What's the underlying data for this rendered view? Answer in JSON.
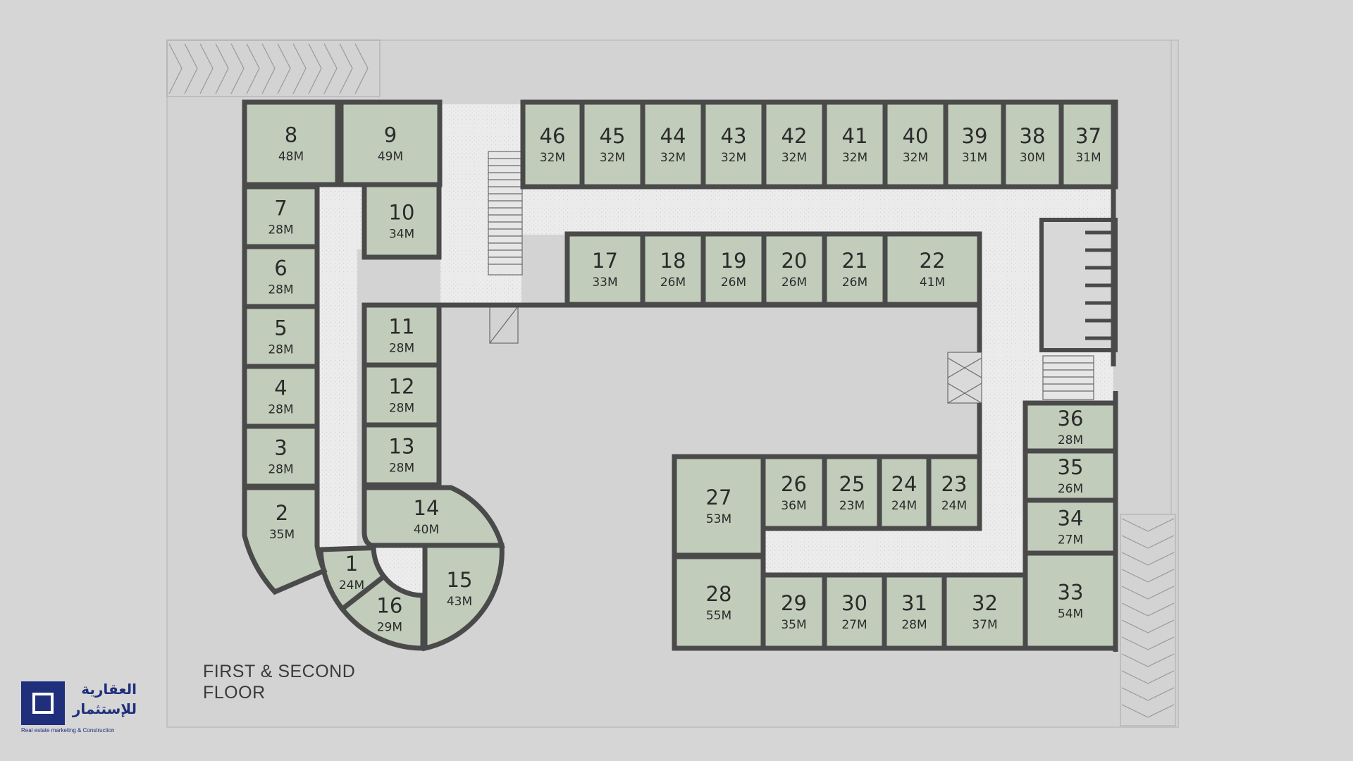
{
  "floor_title": "FIRST & SECOND FLOOR",
  "logo": {
    "arabic_line1": "العقارية",
    "arabic_line2": "للإستثمار",
    "tagline": "Real estate marketing & Construction"
  },
  "colors": {
    "background": "#d6d6d6",
    "site": "#d3d3d3",
    "unit_fill": "#c1ccbb",
    "corridor": "#ececec",
    "wall": "#4a4a4a",
    "logo": "#1f2f7c"
  },
  "units": [
    {
      "number": "1",
      "area": "24M"
    },
    {
      "number": "2",
      "area": "35M"
    },
    {
      "number": "3",
      "area": "28M"
    },
    {
      "number": "4",
      "area": "28M"
    },
    {
      "number": "5",
      "area": "28M"
    },
    {
      "number": "6",
      "area": "28M"
    },
    {
      "number": "7",
      "area": "28M"
    },
    {
      "number": "8",
      "area": "48M"
    },
    {
      "number": "9",
      "area": "49M"
    },
    {
      "number": "10",
      "area": "34M"
    },
    {
      "number": "11",
      "area": "28M"
    },
    {
      "number": "12",
      "area": "28M"
    },
    {
      "number": "13",
      "area": "28M"
    },
    {
      "number": "14",
      "area": "40M"
    },
    {
      "number": "15",
      "area": "43M"
    },
    {
      "number": "16",
      "area": "29M"
    },
    {
      "number": "17",
      "area": "33M"
    },
    {
      "number": "18",
      "area": "26M"
    },
    {
      "number": "19",
      "area": "26M"
    },
    {
      "number": "20",
      "area": "26M"
    },
    {
      "number": "21",
      "area": "26M"
    },
    {
      "number": "22",
      "area": "41M"
    },
    {
      "number": "23",
      "area": "24M"
    },
    {
      "number": "24",
      "area": "24M"
    },
    {
      "number": "25",
      "area": "23M"
    },
    {
      "number": "26",
      "area": "36M"
    },
    {
      "number": "27",
      "area": "53M"
    },
    {
      "number": "28",
      "area": "55M"
    },
    {
      "number": "29",
      "area": "35M"
    },
    {
      "number": "30",
      "area": "27M"
    },
    {
      "number": "31",
      "area": "28M"
    },
    {
      "number": "32",
      "area": "37M"
    },
    {
      "number": "33",
      "area": "54M"
    },
    {
      "number": "34",
      "area": "27M"
    },
    {
      "number": "35",
      "area": "26M"
    },
    {
      "number": "36",
      "area": "28M"
    },
    {
      "number": "37",
      "area": "31M"
    },
    {
      "number": "38",
      "area": "30M"
    },
    {
      "number": "39",
      "area": "31M"
    },
    {
      "number": "40",
      "area": "32M"
    },
    {
      "number": "41",
      "area": "32M"
    },
    {
      "number": "42",
      "area": "32M"
    },
    {
      "number": "43",
      "area": "32M"
    },
    {
      "number": "44",
      "area": "32M"
    },
    {
      "number": "45",
      "area": "32M"
    },
    {
      "number": "46",
      "area": "32M"
    }
  ]
}
